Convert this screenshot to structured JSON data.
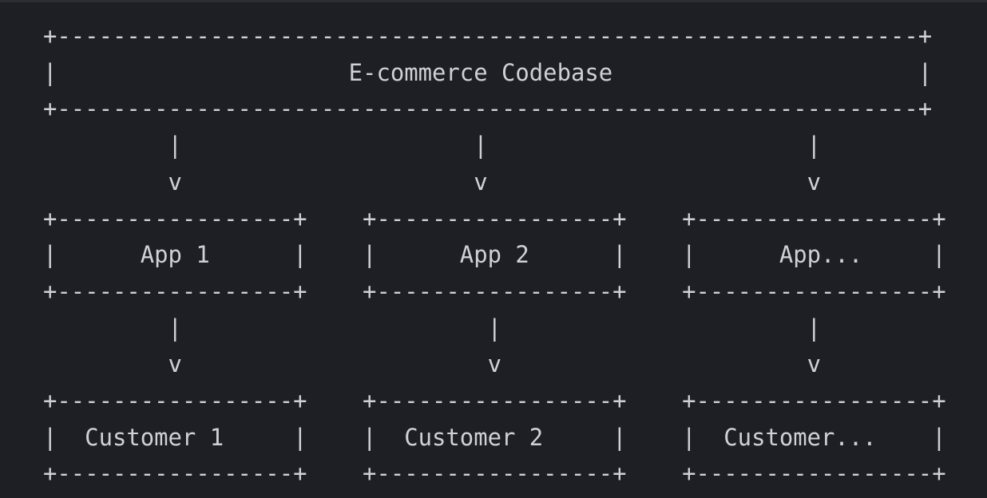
{
  "diagram": {
    "lines": [
      "+--------------------------------------------------------------+",
      "|                     E-commerce Codebase                      |",
      "+--------------------------------------------------------------+",
      "         |                     |                       |",
      "         v                     v                       v",
      "+-----------------+    +-----------------+    +-----------------+",
      "|      App 1      |    |      App 2      |    |      App...     |",
      "+-----------------+    +-----------------+    +-----------------+",
      "         |                      |                      |",
      "         v                      v                      v",
      "+-----------------+    +-----------------+    +-----------------+",
      "|  Customer 1     |    |  Customer 2     |    |  Customer...    |",
      "+-----------------+    +-----------------+    +-----------------+"
    ]
  }
}
